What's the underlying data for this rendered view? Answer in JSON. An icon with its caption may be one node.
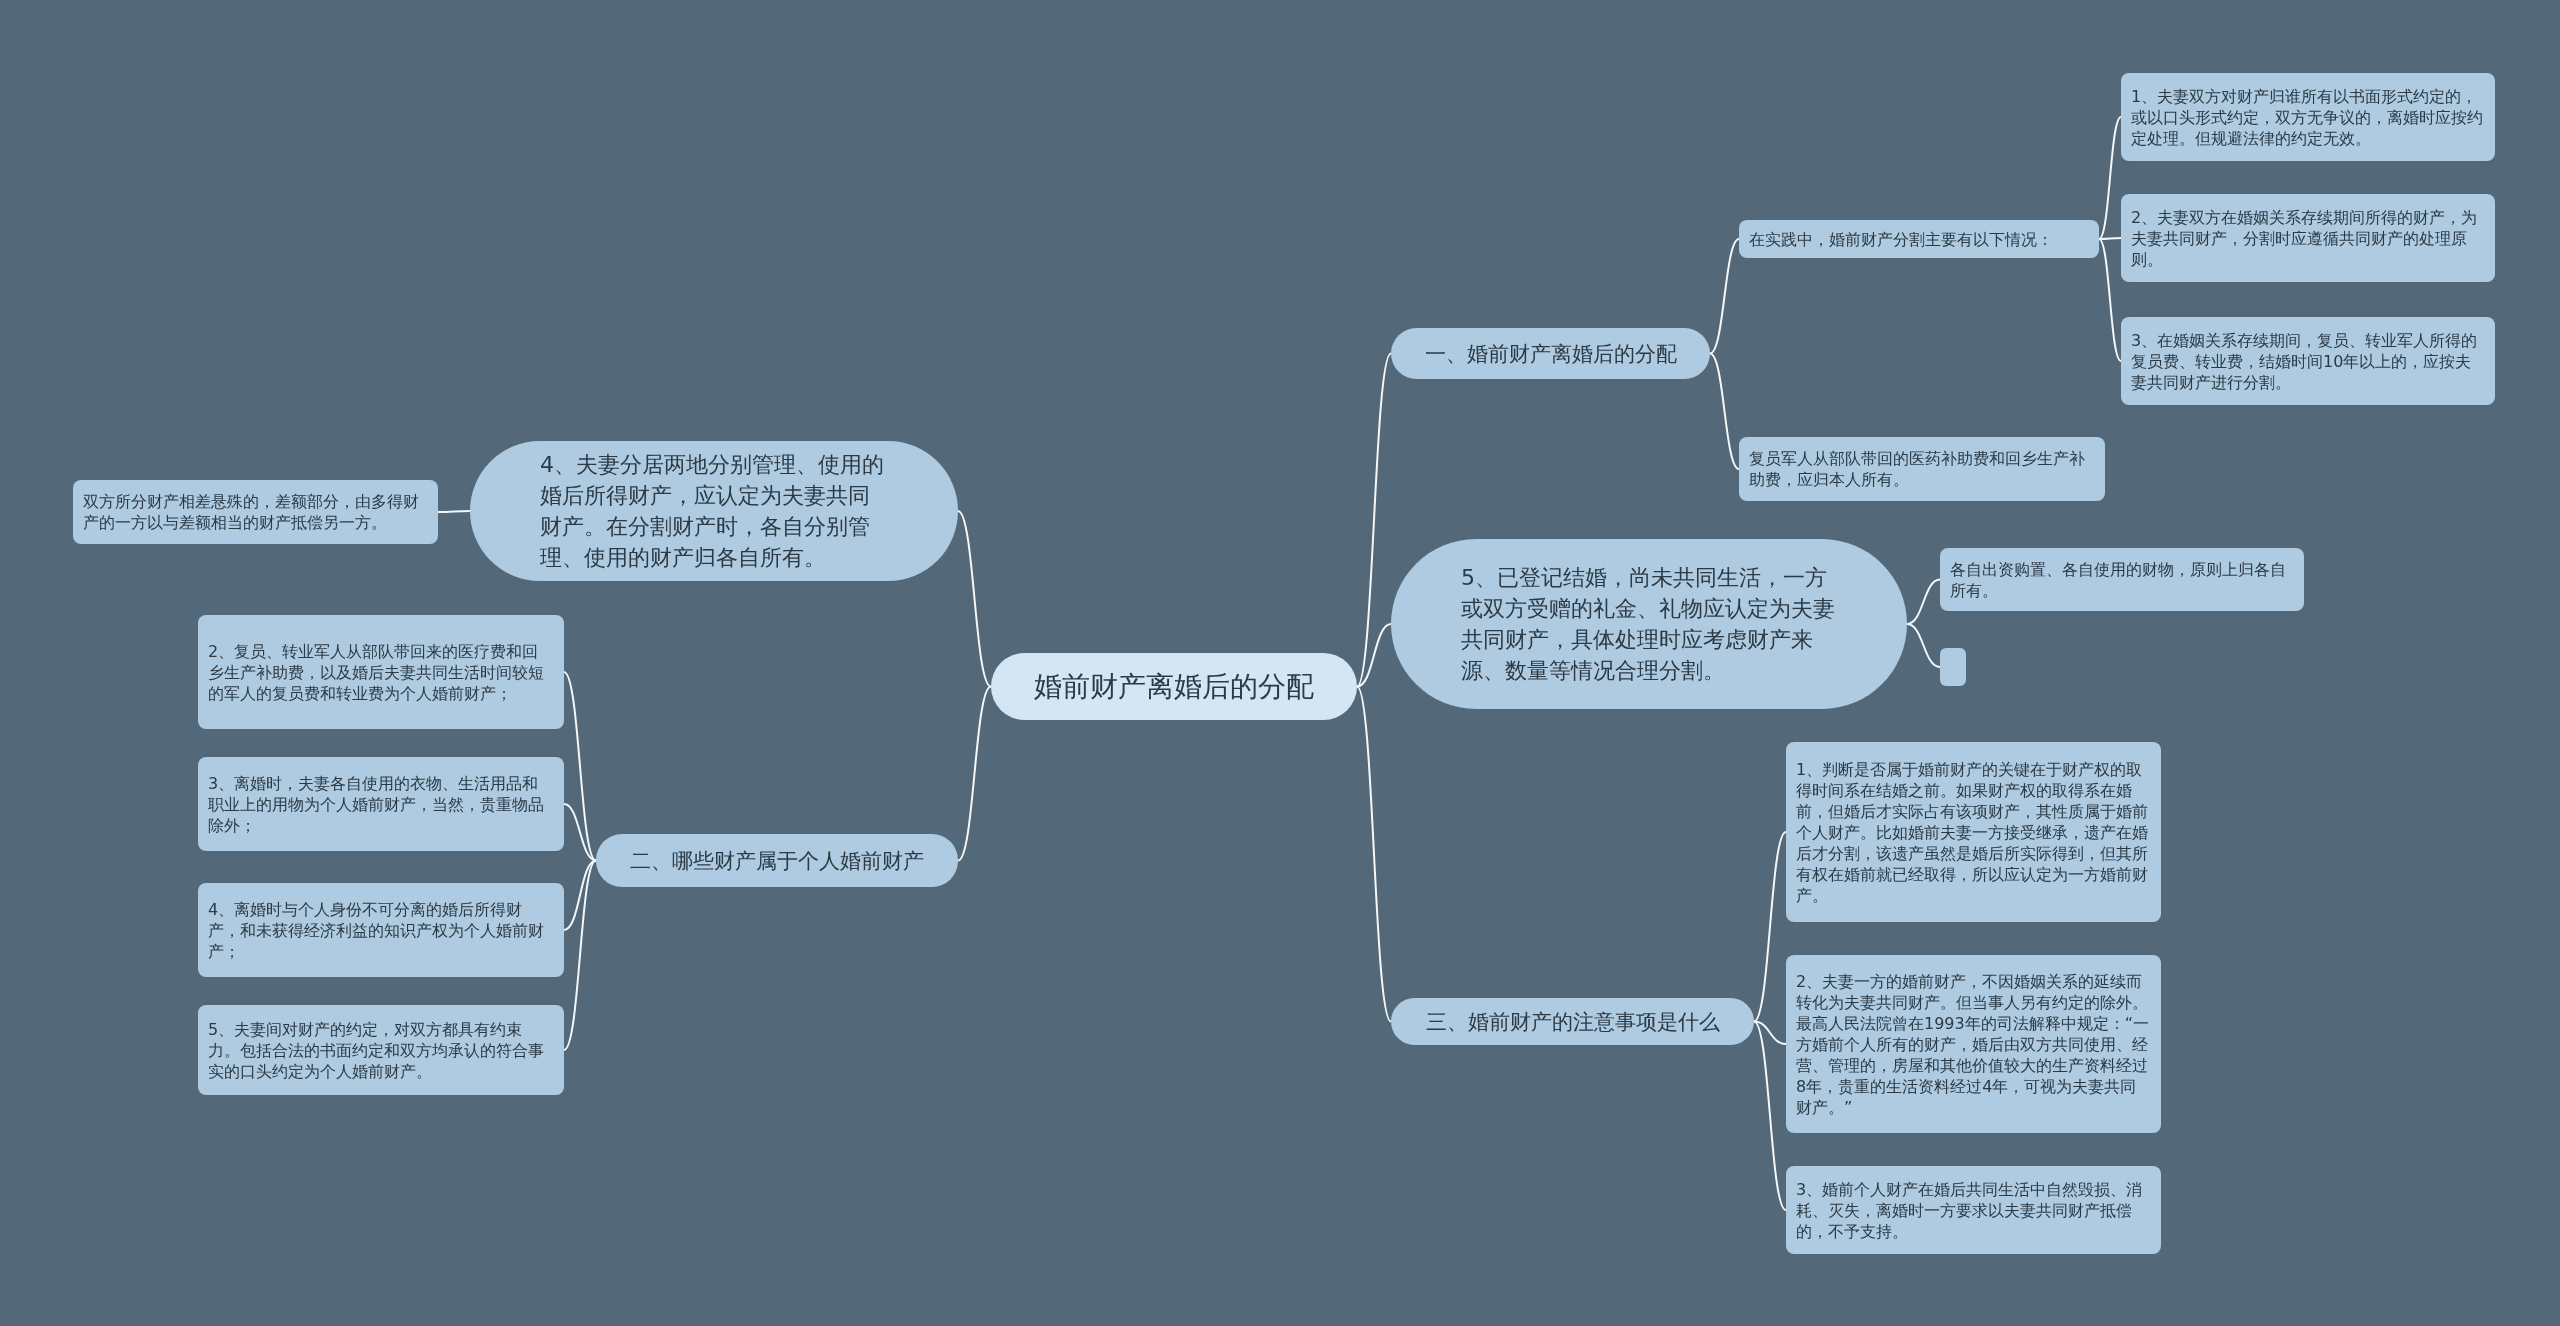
{
  "diagram": {
    "nodes": [
      {
        "text": [
          "婚前财产离婚后的分配"
        ]
      },
      {
        "text": [
          "一、婚前财产离婚后的分配"
        ]
      },
      {
        "text": [
          "在实践中，婚前财产分割主要有以下情况："
        ]
      },
      {
        "text": [
          "1、夫妻双方对财产归谁所有以书面形式约定的，或以口头形式约定，双方无争议的，离婚时应按约定处理。但规避法律的约定无效。"
        ]
      },
      {
        "text": [
          "2、夫妻双方在婚姻关系存续期间所得的财产，为夫妻共同财产，分割时应遵循共同财产的处理原则。"
        ]
      },
      {
        "text": [
          "3、在婚姻关系存续期间，复员、转业军人所得的复员费、转业费，结婚时间10年以上的，应按夫妻共同财产进行分割。"
        ]
      },
      {
        "text": [
          "复员军人从部队带回的医药补助费和回乡生产补助费，应归本人所有。"
        ]
      },
      {
        "text": [
          "5、已登记结婚，尚未共同生活，一方或双方受赠的礼金、礼物应认定为夫妻共同财产，具体处理时应考虑财产来源、数量等情况合理分割。"
        ]
      },
      {
        "text": [
          "各自出资购置、各自使用的财物，原则上归各自所有。"
        ]
      },
      {
        "text": [],
        "shape": "box"
      },
      {
        "text": [
          "三、婚前财产的注意事项是什么"
        ]
      },
      {
        "text": [
          "1、判断是否属于婚前财产的关键在于财产权的取得时间系在结婚之前。如果财产权的取得系在婚前，但婚后才实际占有该项财产，其性质属于婚前个人财产。比如婚前夫妻一方接受继承，遗产在婚后才分割，该遗产虽然是婚后所实际得到，但其所有权在婚前就已经取得，所以应认定为一方婚前财产。"
        ]
      },
      {
        "text": [
          "2、夫妻一方的婚前财产，不因婚姻关系的延续而转化为夫妻共同财产。但当事人另有约定的除外。最高人民法院曾在1993年的司法解释中规定：“一方婚前个人所有的财产，婚后由双方共同使用、经营、管理的，房屋和其他价值较大的生产资料经过8年，贵重的生活资料经过4年，可视为夫妻共同财产。”"
        ]
      },
      {
        "text": [
          "3、婚前个人财产在婚后共同生活中自然毁损、消耗、灭失，离婚时一方要求以夫妻共同财产抵偿的，不予支持。"
        ]
      },
      {
        "text": [
          "4、夫妻分居两地分别管理、使用的婚后所得财产，应认定为夫妻共同财产。在分割财产时，各自分别管理、使用的财产归各自所有。"
        ]
      },
      {
        "text": [
          "双方所分财产相差悬殊的，差额部分，由多得财产的一方以与差额相当的财产抵偿另一方。"
        ]
      },
      {
        "text": [
          "二、哪些财产属于个人婚前财产"
        ]
      },
      {
        "text": [
          "2、复员、转业军人从部队带回来的医疗费和回乡生产补助费，以及婚后夫妻共同生活时间较短的军人的复员费和转业费为个人婚前财产；"
        ]
      },
      {
        "text": [
          "3、离婚时，夫妻各自使用的衣物、生活用品和职业上的用物为个人婚前财产，当然，贵重物品除外；"
        ]
      },
      {
        "text": [
          "4、离婚时与个人身份不可分离的婚后所得财产，和未获得经济利益的知识产权为个人婚前财产；"
        ]
      },
      {
        "text": [
          "5、夫妻间对财产的约定，对双方都具有约束力。包括合法的书面约定和双方均承认的符合事实的口头约定为个人婚前财产。"
        ]
      }
    ],
    "edges": [
      {
        "from": 0,
        "to": 1,
        "arrow": "none"
      },
      {
        "from": 1,
        "to": 2,
        "arrow": "none"
      },
      {
        "from": 2,
        "to": 3,
        "arrow": "none"
      },
      {
        "from": 2,
        "to": 4,
        "arrow": "none"
      },
      {
        "from": 2,
        "to": 5,
        "arrow": "none"
      },
      {
        "from": 1,
        "to": 6,
        "arrow": "none"
      },
      {
        "from": 0,
        "to": 7,
        "arrow": "none"
      },
      {
        "from": 7,
        "to": 8,
        "arrow": "none"
      },
      {
        "from": 7,
        "to": 9,
        "arrow": "none"
      },
      {
        "from": 0,
        "to": 10,
        "arrow": "none"
      },
      {
        "from": 10,
        "to": 11,
        "arrow": "none"
      },
      {
        "from": 10,
        "to": 12,
        "arrow": "none"
      },
      {
        "from": 10,
        "to": 13,
        "arrow": "none"
      },
      {
        "from": 0,
        "to": 14,
        "arrow": "none"
      },
      {
        "from": 14,
        "to": 15,
        "arrow": "none"
      },
      {
        "from": 0,
        "to": 16,
        "arrow": "none"
      },
      {
        "from": 16,
        "to": 17,
        "arrow": "none"
      },
      {
        "from": 16,
        "to": 18,
        "arrow": "none"
      },
      {
        "from": 16,
        "to": 19,
        "arrow": "none"
      },
      {
        "from": 16,
        "to": 20,
        "arrow": "none"
      }
    ]
  }
}
